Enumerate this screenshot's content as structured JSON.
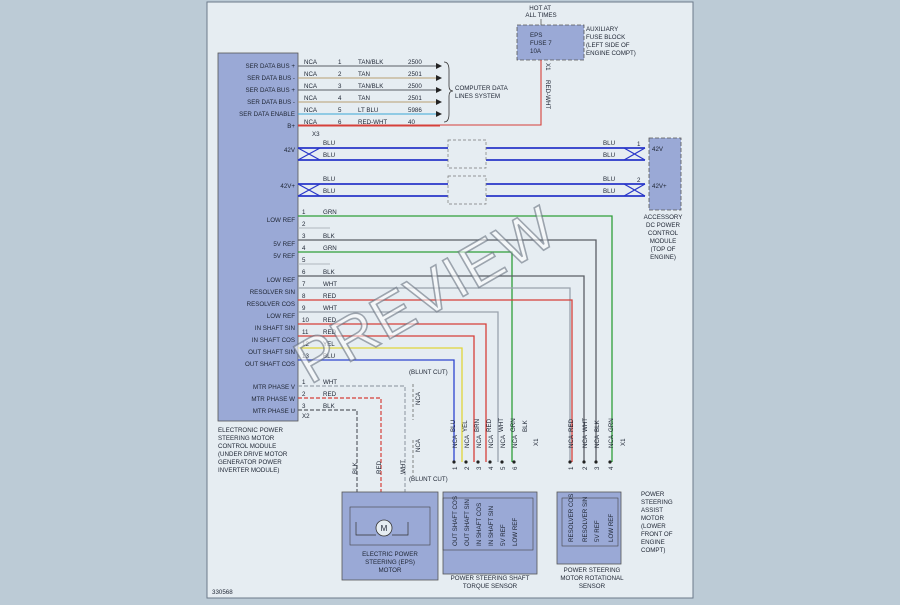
{
  "diagram_id": "330568",
  "hot_label": "HOT AT ALL TIMES",
  "fuse": {
    "lines": [
      "EPS",
      "FUSE 7",
      "10A"
    ],
    "desc": [
      "AUXILIARY",
      "FUSE BLOCK",
      "(LEFT SIDE OF",
      "ENGINE COMPT)"
    ],
    "conn": "X1",
    "wire": "RED-WHT"
  },
  "ecm": {
    "pins": [
      "SER DATA BUS +",
      "SER DATA BUS -",
      "SER DATA BUS +",
      "SER DATA BUS -",
      "SER DATA ENABLE",
      "B+",
      "42V",
      "42V+",
      "LOW REF",
      "5V REF",
      "5V REF",
      "LOW REF",
      "RESOLVER SIN",
      "RESOLVER COS",
      "LOW REF",
      "IN SHAFT SIN",
      "IN SHAFT COS",
      "OUT SHAFT SIN",
      "OUT SHAFT COS",
      "MTR PHASE V",
      "MTR PHASE W",
      "MTR PHASE U"
    ],
    "desc": [
      "ELECTRONIC POWER",
      "STEERING MOTOR",
      "CONTROL MODULE",
      "(UNDER DRIVE MOTOR",
      "GENERATOR POWER",
      "INVERTER MODULE)"
    ],
    "connectors": [
      "X3",
      "X2"
    ]
  },
  "data_rows": [
    {
      "nca": "NCA",
      "pin": "1",
      "color": "TAN/BLK",
      "circuit": "2500"
    },
    {
      "nca": "NCA",
      "pin": "2",
      "color": "TAN",
      "circuit": "2501"
    },
    {
      "nca": "NCA",
      "pin": "3",
      "color": "TAN/BLK",
      "circuit": "2500"
    },
    {
      "nca": "NCA",
      "pin": "4",
      "color": "TAN",
      "circuit": "2501"
    },
    {
      "nca": "NCA",
      "pin": "5",
      "color": "LT BLU",
      "circuit": "5986"
    },
    {
      "nca": "NCA",
      "pin": "6",
      "color": "RED-WHT",
      "circuit": "40"
    }
  ],
  "computer_label": [
    "COMPUTER DATA",
    "LINES SYSTEM"
  ],
  "blu_wire": "BLU",
  "accessory": {
    "pins": [
      "1",
      "2"
    ],
    "labels": [
      "42V",
      "42V+"
    ],
    "desc": [
      "ACCESSORY",
      "DC POWER",
      "CONTROL",
      "MODULE",
      "(TOP OF",
      "ENGINE)"
    ]
  },
  "signal_wires": [
    {
      "pin": "1",
      "color": "GRN"
    },
    {
      "pin": "2",
      "color": ""
    },
    {
      "pin": "3",
      "color": "BLK"
    },
    {
      "pin": "4",
      "color": "GRN"
    },
    {
      "pin": "5",
      "color": ""
    },
    {
      "pin": "6",
      "color": "BLK"
    },
    {
      "pin": "7",
      "color": "WHT"
    },
    {
      "pin": "8",
      "color": "RED"
    },
    {
      "pin": "9",
      "color": "WHT"
    },
    {
      "pin": "10",
      "color": "RED"
    },
    {
      "pin": "11",
      "color": "RED"
    },
    {
      "pin": "12",
      "color": "YEL"
    },
    {
      "pin": "13",
      "color": "BLU"
    }
  ],
  "motor_wires": [
    {
      "pin": "1",
      "color": "WHT"
    },
    {
      "pin": "2",
      "color": "RED"
    },
    {
      "pin": "3",
      "color": "BLK"
    }
  ],
  "blunt_cut": "(BLUNT CUT)",
  "nca": "NCA",
  "motor": {
    "symbol": "M",
    "labels": [
      "ELECTRIC POWER",
      "STEERING (EPS)",
      "MOTOR"
    ],
    "wires": [
      "BLK",
      "RED",
      "WHT"
    ]
  },
  "torque_sensor": {
    "labels": [
      "POWER STEERING SHAFT",
      "TORQUE SENSOR"
    ],
    "pins": [
      "1",
      "2",
      "3",
      "4",
      "5",
      "6"
    ],
    "wire_colors": [
      "BLU",
      "YEL",
      "BRN",
      "RED",
      "WHT",
      "GRN",
      "BLK"
    ],
    "inner": [
      "OUT SHAFT COS",
      "OUT SHAFT SIN",
      "IN SHAFT COS",
      "IN SHAFT SIN",
      "5V REF",
      "LOW REF"
    ],
    "conn": "X1"
  },
  "rotational_sensor": {
    "labels": [
      "POWER STEERING",
      "MOTOR ROTATIONAL",
      "SENSOR"
    ],
    "pins": [
      "1",
      "2",
      "3",
      "4"
    ],
    "wire_colors": [
      "RED",
      "WHT",
      "BLK",
      "GRN"
    ],
    "inner": [
      "RESOLVER COS",
      "RESOLVER SIN",
      "5V REF",
      "LOW REF"
    ],
    "conn": "X1"
  },
  "assist_motor": [
    "POWER",
    "STEERING",
    "ASSIST",
    "MOTOR",
    "(LOWER",
    "FRONT OF",
    "ENGINE",
    "COMPT)"
  ],
  "watermark": "PREVIEW"
}
